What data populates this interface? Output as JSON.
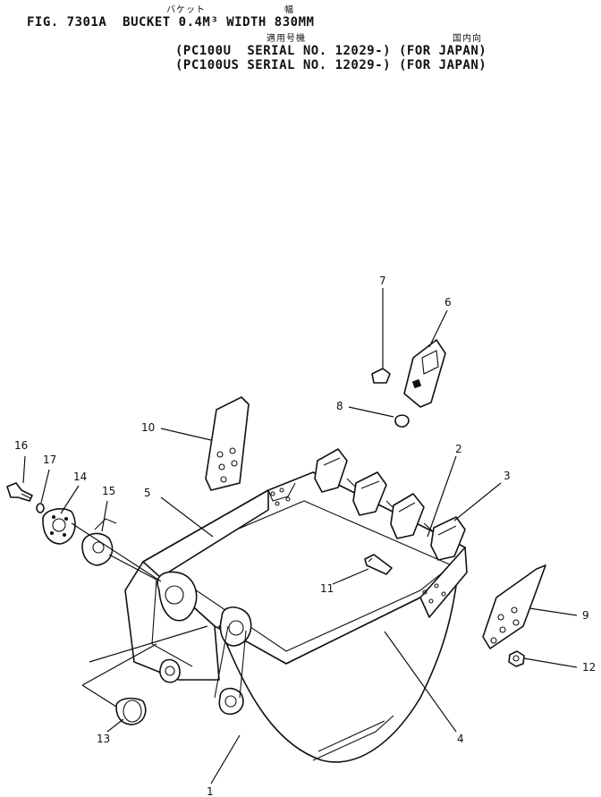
{
  "header": {
    "kana_bucket": "バケット",
    "kanji_width": "幅",
    "title_line": "FIG. 7301A  BUCKET 0.4M³ WIDTH 830MM",
    "kanji_applicable": "適用号機",
    "kanji_domestic": "国内向",
    "serial_line_1": "(PC100U  SERIAL NO. 12029-) (FOR JAPAN)",
    "serial_line_2": "(PC100US SERIAL NO. 12029-) (FOR JAPAN)"
  },
  "callouts": {
    "c1": "1",
    "c2": "2",
    "c3": "3",
    "c4": "4",
    "c5": "5",
    "c6": "6",
    "c7": "7",
    "c8": "8",
    "c9": "9",
    "c10": "10",
    "c11": "11",
    "c12": "12",
    "c13": "13",
    "c14": "14",
    "c15": "15",
    "c16": "16",
    "c17": "17"
  }
}
